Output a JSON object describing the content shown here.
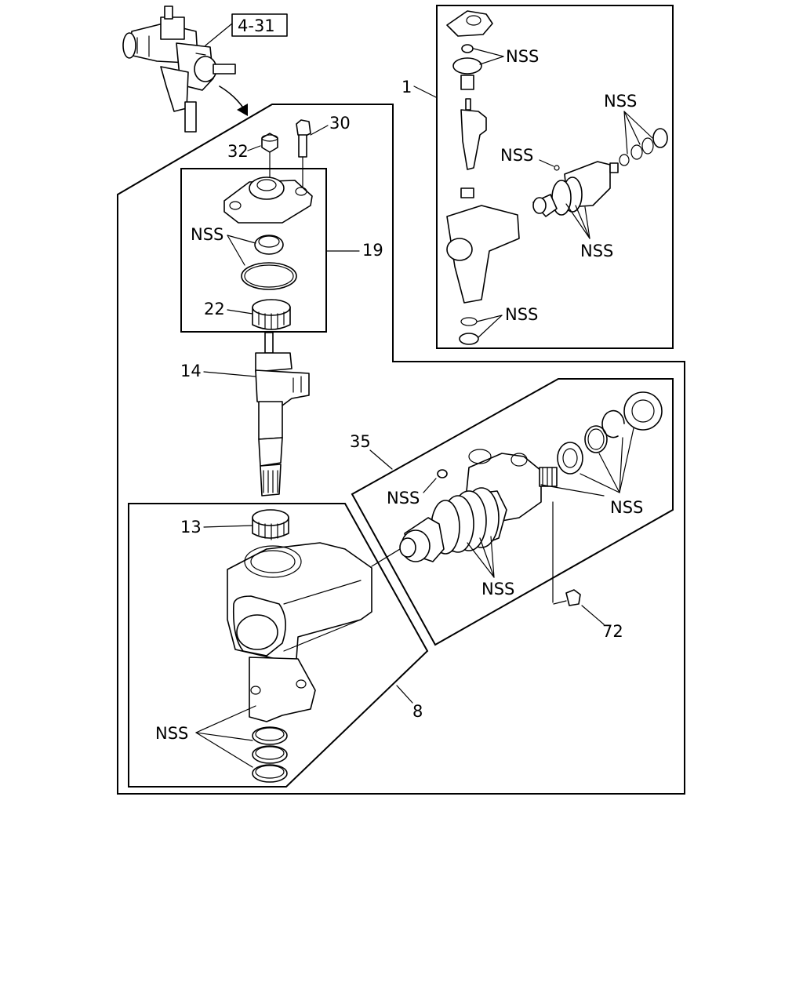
{
  "diagram": {
    "ref_box": "4-31",
    "labels": {
      "p1": "1",
      "p8": "8",
      "p13": "13",
      "p14": "14",
      "p19": "19",
      "p22": "22",
      "p30": "30",
      "p32": "32",
      "p35": "35",
      "p72": "72",
      "nss": "NSS"
    }
  }
}
